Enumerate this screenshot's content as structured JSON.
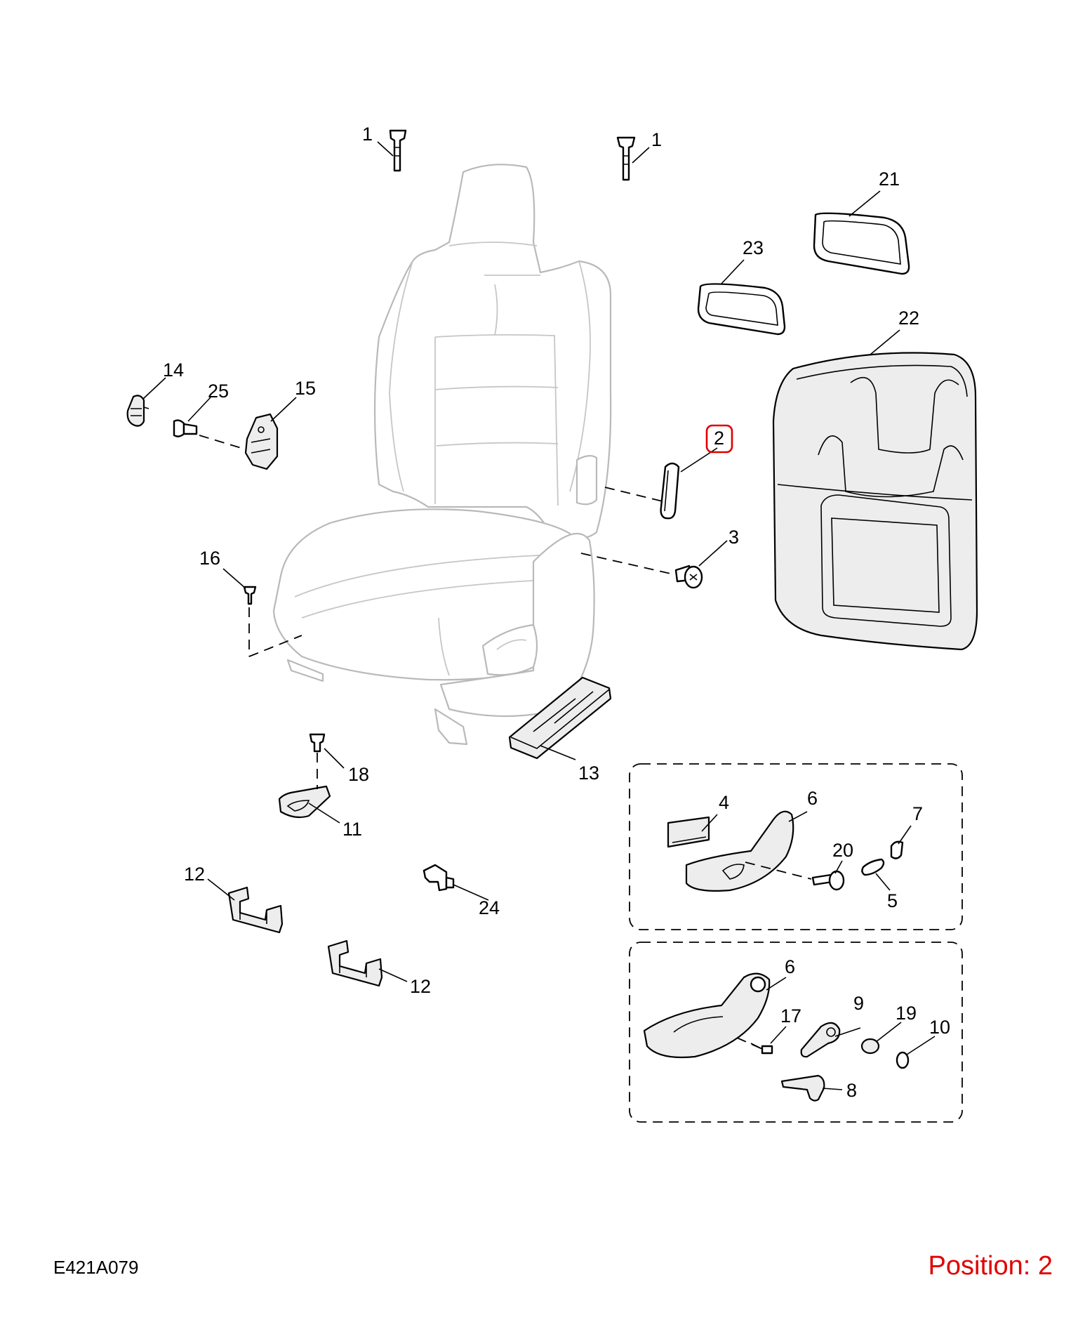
{
  "diagram_code": "E421A079",
  "position_label": "Position: 2",
  "highlight_color": "#e00000",
  "callouts": {
    "c1a": "1",
    "c1b": "1",
    "c2": "2",
    "c3": "3",
    "c4": "4",
    "c5": "5",
    "c6a": "6",
    "c6b": "6",
    "c7": "7",
    "c8": "8",
    "c9": "9",
    "c10": "10",
    "c11": "11",
    "c12a": "12",
    "c12b": "12",
    "c13": "13",
    "c14": "14",
    "c15": "15",
    "c16": "16",
    "c17": "17",
    "c18": "18",
    "c19": "19",
    "c20": "20",
    "c21": "21",
    "c22": "22",
    "c23": "23",
    "c24": "24",
    "c25": "25"
  }
}
